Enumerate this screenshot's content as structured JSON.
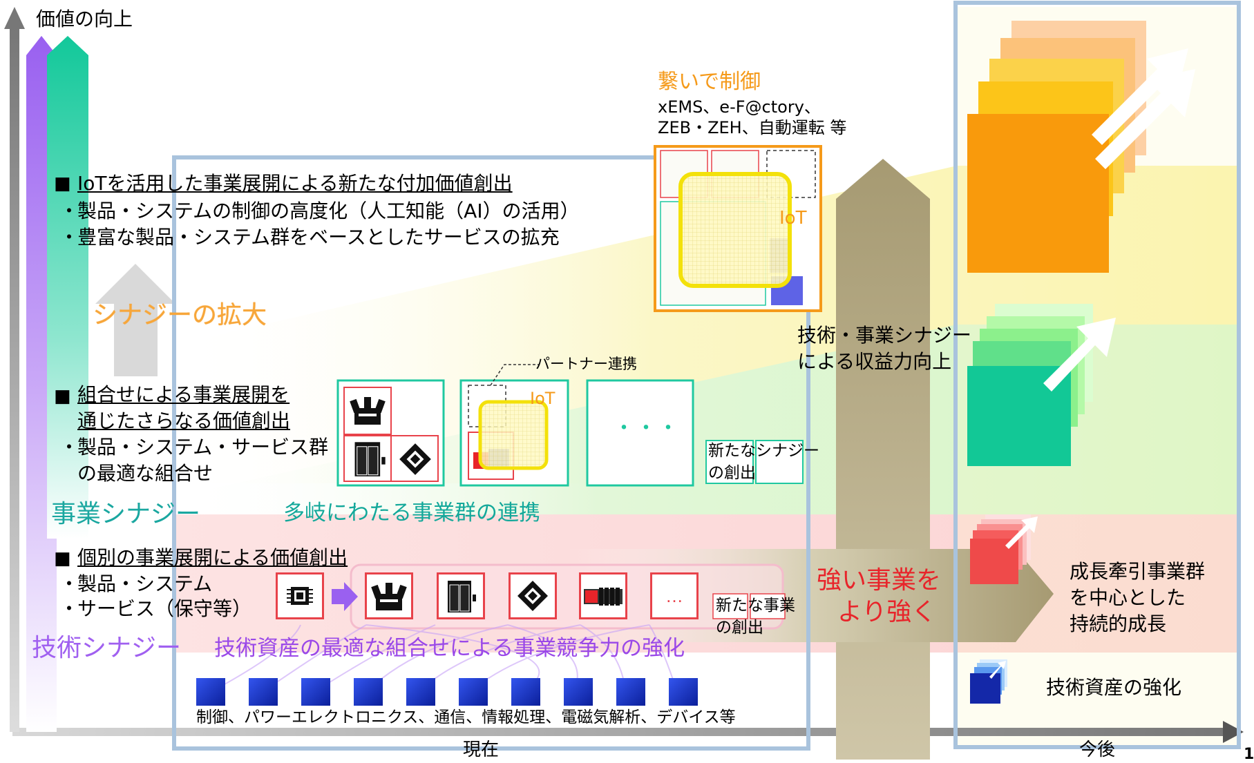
{
  "axis": {
    "y_label": "価値の向上",
    "x_now": "現在",
    "x_future": "今後",
    "page_number": "1"
  },
  "left_labels": {
    "tech_synergy": "技術シナジー",
    "biz_synergy": "事業シナジー",
    "synergy_expansion": "シナジーの拡大"
  },
  "level3": {
    "heading": "IoTを活用した事業展開による新たな付加価値創出",
    "bullet1": "製品・システムの制御の高度化（人工知能（AI）の活用）",
    "bullet2": "豊富な製品・システム群をベースとしたサービスの拡充"
  },
  "level2": {
    "heading_line1": "組合せによる事業展開を",
    "heading_line2": "通じたさらなる価値創出",
    "bullet1_line1": "製品・システム・サービス群",
    "bullet1_line2": "の最適な組合せ"
  },
  "level1": {
    "heading": "個別の事業展開による価値創出",
    "bullet1": "製品・システム",
    "bullet2": "サービス（保守等）"
  },
  "control": {
    "title": "繋いで制御",
    "line1": "xEMS、e-F@ctory、",
    "line2": "ZEB・ZEH、自動運転 等",
    "iot": "IoT"
  },
  "partner": {
    "label": "パートナー連携",
    "iot": "IoT",
    "ellipsis": "・・・"
  },
  "new_synergy": {
    "line1": "新たなシナジー",
    "line2": "の創出"
  },
  "biz_link": "多岐にわたる事業群の連携",
  "new_business": {
    "line1": "新たな事業",
    "line2": "の創出",
    "ellipsis": "…"
  },
  "tech_combo": "技術資産の最適な組合せによる事業競争力の強化",
  "tech_list": "制御、パワーエレクトロニクス、通信、情報処理、電磁気解析、デバイス等",
  "tall_arrow": {
    "line1": "技術・事業シナジー",
    "line2": "による収益力向上"
  },
  "strong": {
    "line1": "強い事業を",
    "line2": "より強く"
  },
  "future": {
    "growth_line1": "成長牽引事業群",
    "growth_line2": "を中心とした",
    "growth_line3": "持続的成長",
    "tech_strength": "技術資産の強化"
  },
  "colors": {
    "purple": "#a070f0",
    "teal": "#1fc8a0",
    "orange": "#f59a1a",
    "yellow": "#f3e10a",
    "red": "#e8424a",
    "olive": "#a69a72",
    "frame": "#a9c3dd",
    "dark_blue": "#1428a8"
  }
}
